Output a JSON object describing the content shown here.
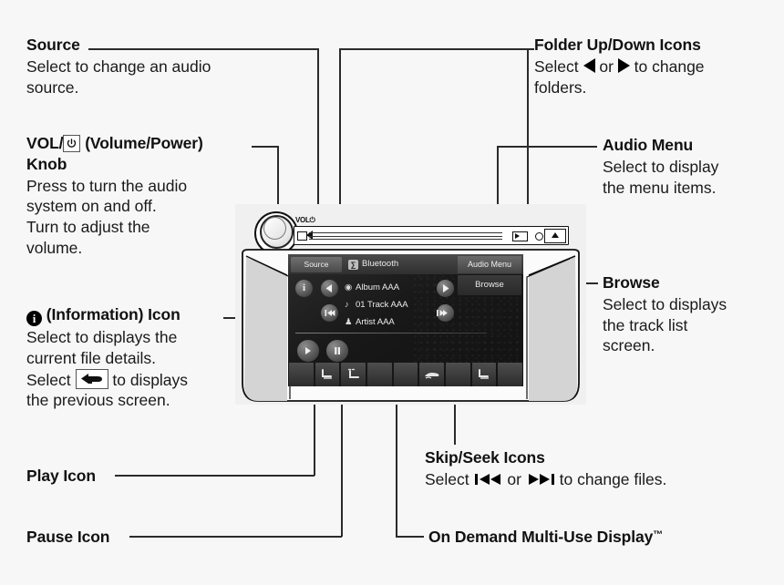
{
  "page": {
    "background_color": "#f7f7f7",
    "line_color": "#2b2b2b"
  },
  "callouts": [
    {
      "id": "source",
      "title": "Source",
      "lines": [
        "Select to change an audio",
        "source."
      ]
    },
    {
      "id": "vol-power",
      "title_parts": [
        "VOL/",
        " (Volume/Power)"
      ],
      "title_line2": "Knob",
      "title_icon": "power-icon",
      "lines": [
        "Press to turn the audio",
        "system on and off.",
        "Turn to adjust the",
        "volume."
      ]
    },
    {
      "id": "information",
      "title": "(Information) Icon",
      "title_icon": "information-icon",
      "lines": [
        "Select to displays the",
        "current file details."
      ],
      "line_with_icon_prefix": "Select ",
      "line_with_icon_suffix": " to displays",
      "line_icon": "back-arrow-icon",
      "line_after": "the previous screen."
    },
    {
      "id": "folder-up-down",
      "title": "Folder Up/Down Icons",
      "select_prefix": "Select ",
      "icon_left": "triangle-left-icon",
      "or_text": " or ",
      "icon_right": "triangle-right-icon",
      "select_suffix": " to change",
      "line2": "folders."
    },
    {
      "id": "audio-menu",
      "title": "Audio Menu",
      "lines": [
        "Select to display",
        "the menu items."
      ]
    },
    {
      "id": "browse",
      "title": "Browse",
      "lines": [
        "Select to displays",
        "the track list",
        "screen."
      ]
    },
    {
      "id": "play-icon",
      "title": "Play Icon"
    },
    {
      "id": "pause-icon",
      "title": "Pause Icon"
    },
    {
      "id": "skip-seek",
      "title": "Skip/Seek Icons",
      "select_prefix": "Select ",
      "icon_left": "skip-back-icon",
      "or_text": " or ",
      "icon_right": "skip-forward-icon",
      "select_suffix": " to change files."
    },
    {
      "id": "on-demand-display",
      "title": "On Demand Multi-Use Display",
      "trademark": "™"
    }
  ],
  "device": {
    "knob_label": "VOL",
    "knob_power_icon": "power-icon",
    "eject_icon": "eject-icon",
    "screen": {
      "source_button": "Source",
      "bluetooth_icon": "bluetooth-icon",
      "bluetooth_label": "Bluetooth",
      "volume_indicator_icon": "volume-icon",
      "audio_menu_button": "Audio Menu",
      "browse_button": "Browse",
      "info_icon": "information-icon",
      "folder_down_icon": "triangle-left-icon",
      "folder_up_icon": "triangle-right-icon",
      "skip_back_icon": "skip-back-icon",
      "skip_forward_icon": "skip-forward-icon",
      "play_icon": "play-icon",
      "pause_icon": "pause-icon",
      "track_rows": [
        {
          "icon": "album-icon",
          "text": "Album AAA"
        },
        {
          "icon": "note-icon",
          "text": "01 Track AAA"
        },
        {
          "icon": "artist-icon",
          "text": "Artist AAA"
        }
      ],
      "climate_buttons": [
        {
          "icon": "blank"
        },
        {
          "icon": "seat-heater-icon"
        },
        {
          "icon": "rear-defrost-icon"
        },
        {
          "icon": "blank"
        },
        {
          "icon": "blank"
        },
        {
          "icon": "front-defrost-icon"
        },
        {
          "icon": "blank"
        },
        {
          "icon": "seat-heater-icon"
        },
        {
          "icon": "blank"
        }
      ]
    }
  }
}
